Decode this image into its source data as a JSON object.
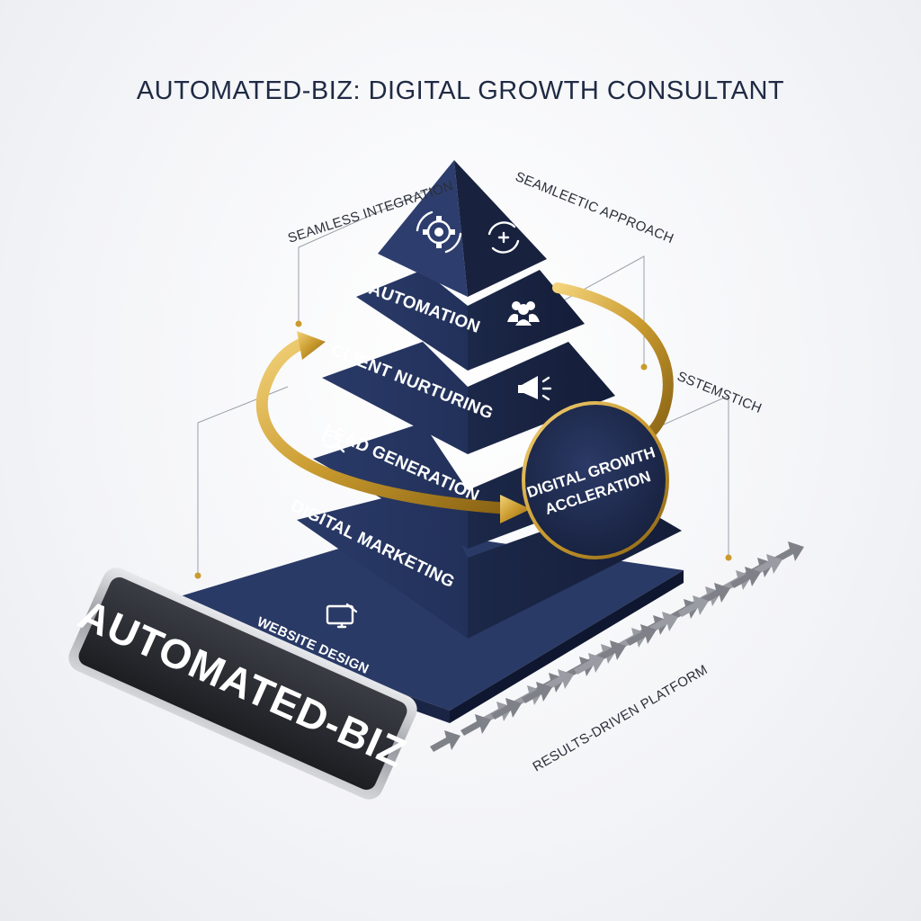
{
  "title": "AUTOMATED-BIZ: DIGITAL GROWTH CONSULTANT",
  "pyramid": {
    "tiers": [
      {
        "label": "AUTOMATION",
        "icon": "users-icon"
      },
      {
        "label": "CLIENT NURTURING",
        "icon": "megaphone-icon"
      },
      {
        "label": "LEAD GENERATION",
        "icon": "search-icon"
      },
      {
        "label": "DIGITAL MARKETING",
        "icon": ""
      },
      {
        "label": "WEBSITE DESIGN",
        "icon": "monitor-icon"
      }
    ],
    "apex_icons": [
      "gear-cycle-icon",
      "cycle-plus-icon"
    ]
  },
  "side_labels": {
    "left_top": "SEAMLESS INTEGRATION",
    "right_top": "SEAMLEETIC APPROACH",
    "right_mid": "SSTEMSTICH",
    "bottom_right": "RESULTS-DRIVEN PLATFORM"
  },
  "circle": {
    "line1": "DIGITAL GROWTH",
    "line2": "ACCLERATION"
  },
  "badge": {
    "label": "AUTOMATED-BIZ"
  },
  "colors": {
    "navy": "#1f2c52",
    "navy_dark": "#16213f",
    "gold": "#c99a2e",
    "arrow_gray": "#8e9096"
  }
}
